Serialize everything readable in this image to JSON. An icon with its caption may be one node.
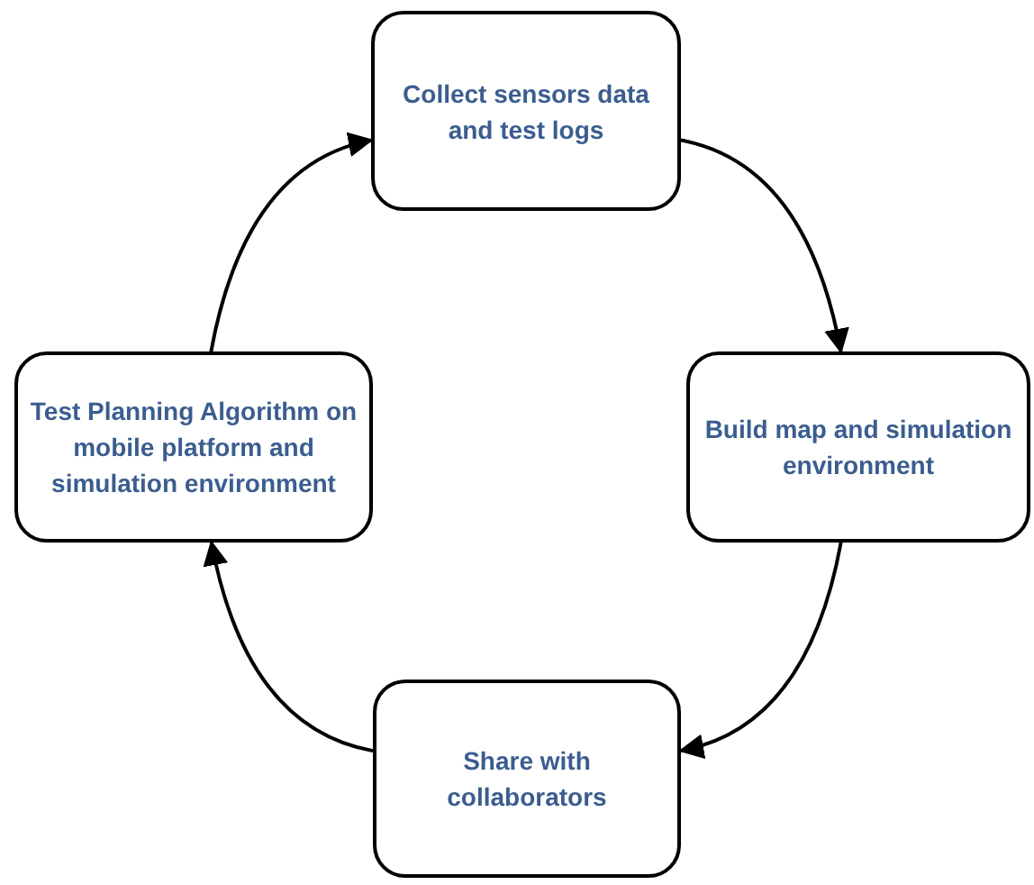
{
  "diagram": {
    "nodes": [
      {
        "text": [
          "Collect sensors data and test logs"
        ]
      },
      {
        "text": [
          "Build map and simulation environment"
        ]
      },
      {
        "text": [
          "Share with collaborators"
        ]
      },
      {
        "text": [
          "Test Planning Algorithm on mobile platform and simulation environment"
        ]
      }
    ],
    "edges": [
      {
        "from": 0,
        "to": 1,
        "arrow": "to"
      },
      {
        "from": 1,
        "to": 2,
        "arrow": "to"
      },
      {
        "from": 2,
        "to": 3,
        "arrow": "to"
      },
      {
        "from": 3,
        "to": 0,
        "arrow": "to"
      }
    ]
  }
}
